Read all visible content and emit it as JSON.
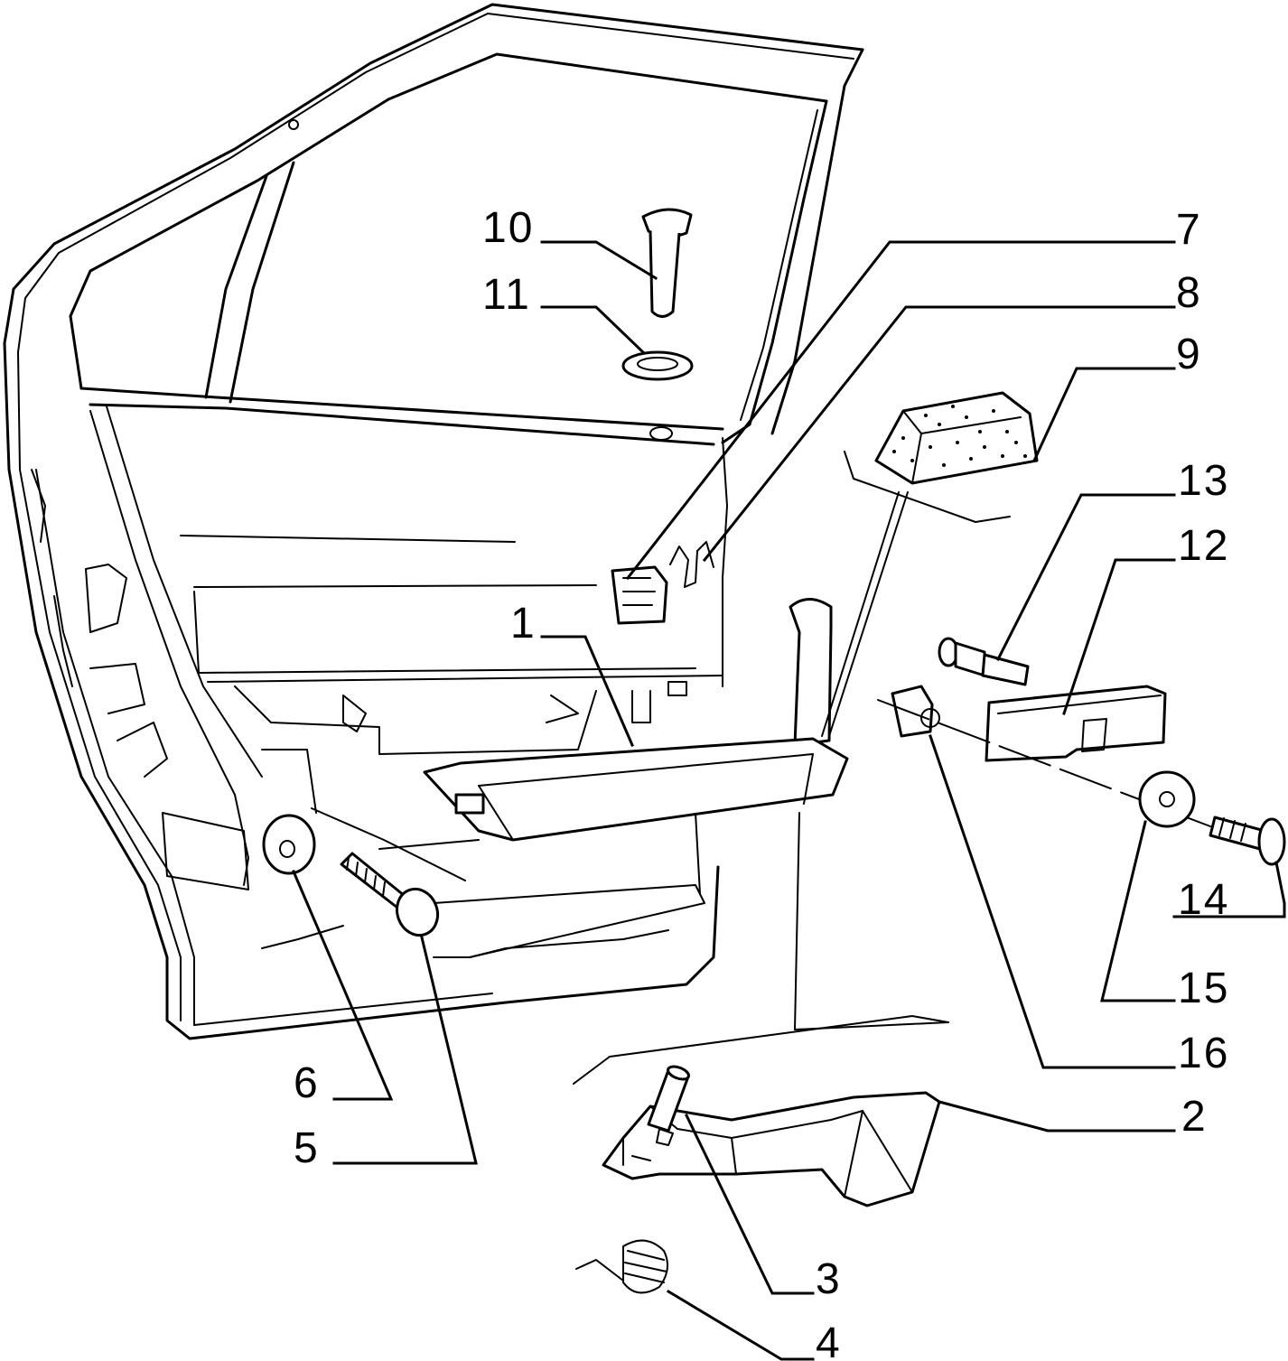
{
  "diagram": {
    "type": "exploded-parts-diagram",
    "line_color": "#000000",
    "background": "#ffffff",
    "callouts": [
      {
        "id": "c10",
        "label": "10"
      },
      {
        "id": "c11",
        "label": "11"
      },
      {
        "id": "c7",
        "label": "7"
      },
      {
        "id": "c8",
        "label": "8"
      },
      {
        "id": "c9",
        "label": "9"
      },
      {
        "id": "c13",
        "label": "13"
      },
      {
        "id": "c12",
        "label": "12"
      },
      {
        "id": "c1",
        "label": "1"
      },
      {
        "id": "c14",
        "label": "14"
      },
      {
        "id": "c15",
        "label": "15"
      },
      {
        "id": "c16",
        "label": "16"
      },
      {
        "id": "c2",
        "label": "2"
      },
      {
        "id": "c6",
        "label": "6"
      },
      {
        "id": "c5",
        "label": "5"
      },
      {
        "id": "c3",
        "label": "3"
      },
      {
        "id": "c4",
        "label": "4"
      }
    ]
  }
}
